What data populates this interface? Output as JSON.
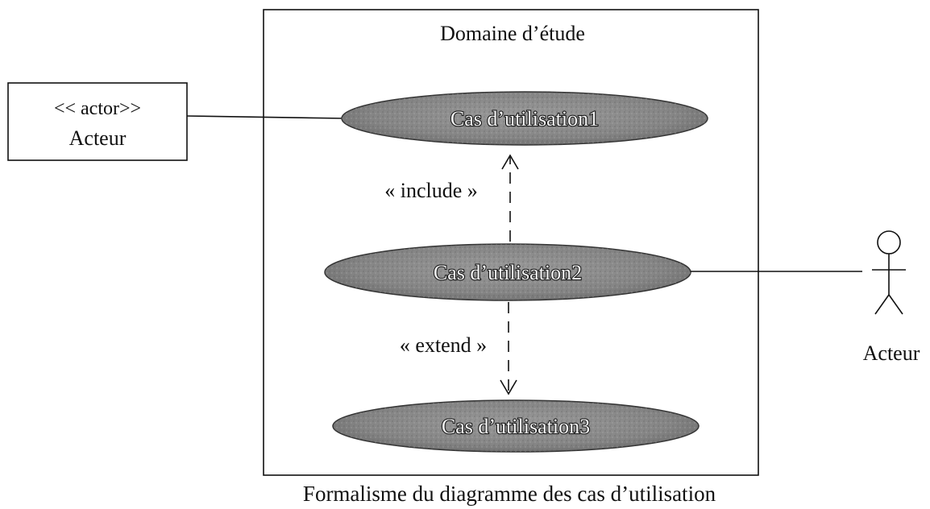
{
  "system": {
    "title": "Domaine d’étude"
  },
  "actor_box": {
    "stereotype": "<< actor>>",
    "name": "Acteur"
  },
  "actor_figure": {
    "name": "Acteur"
  },
  "use_cases": [
    {
      "label": "Cas d’utilisation1"
    },
    {
      "label": "Cas d’utilisation2"
    },
    {
      "label": "Cas d’utilisation3"
    }
  ],
  "relations": {
    "include": "« include »",
    "extend": "« extend »"
  },
  "caption": "Formalisme du diagramme des cas d’utilisation",
  "colors": {
    "use_case_fill": "#8a8a8a",
    "line": "#111111",
    "background": "#ffffff"
  }
}
